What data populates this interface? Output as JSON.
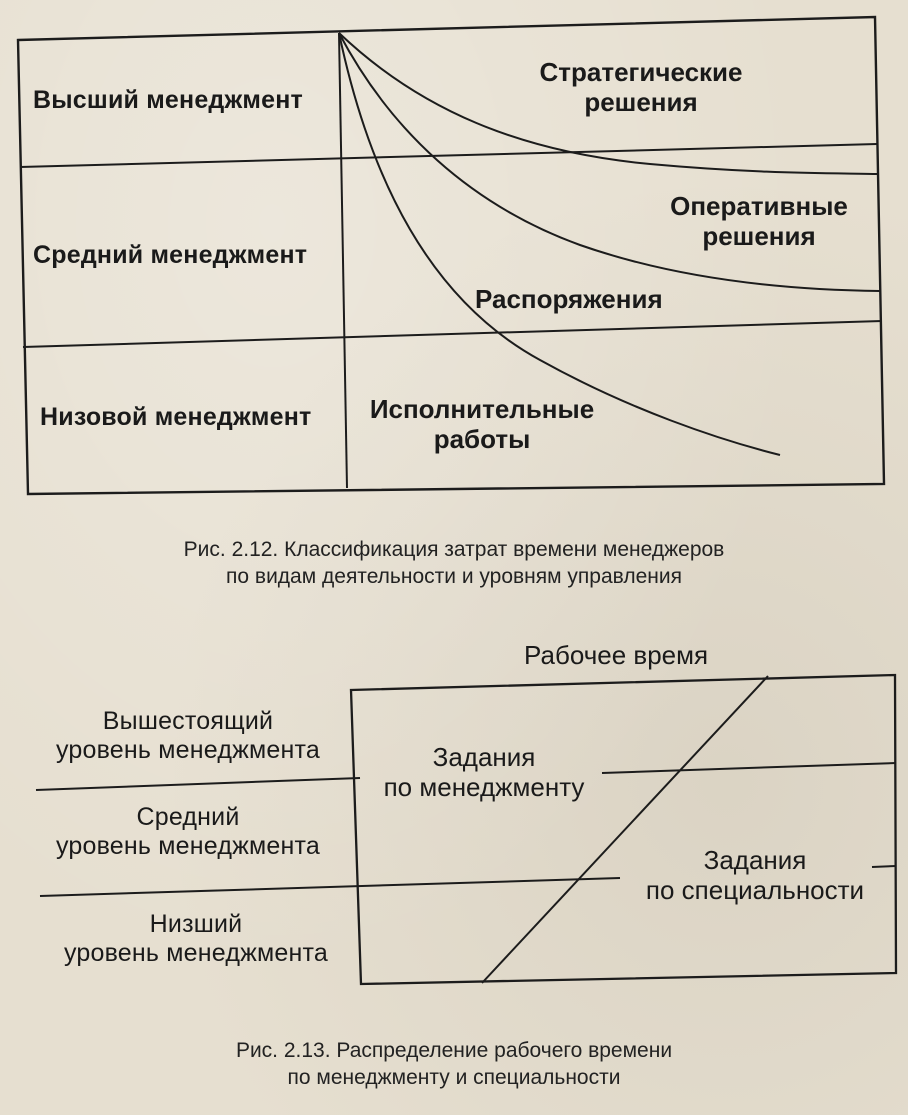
{
  "figure1": {
    "levels": {
      "top": "Высший менеджмент",
      "middle": "Средний менеджмент",
      "lower": "Низовой менеджмент"
    },
    "activities": {
      "strategic": [
        "Стратегические",
        "решения"
      ],
      "operational": [
        "Оперативные",
        "решения"
      ],
      "orders": "Распоряжения",
      "executive": [
        "Исполнительные",
        "работы"
      ]
    },
    "caption": [
      "Рис. 2.12. Классификация затрат времени менеджеров",
      "по видам деятельности и уровням управления"
    ]
  },
  "figure2": {
    "header": "Рабочее время",
    "levels": {
      "upper": [
        "Вышестоящий",
        "уровень менеджмента"
      ],
      "middle": [
        "Средний",
        "уровень менеджмента"
      ],
      "lower": [
        "Низший",
        "уровень менеджмента"
      ]
    },
    "tasks": {
      "management": [
        "Задания",
        "по менеджменту"
      ],
      "specialty": [
        "Задания",
        "по специальности"
      ]
    },
    "caption": [
      "Рис. 2.13. Распределение рабочего времени",
      "по менеджменту и специальности"
    ]
  }
}
